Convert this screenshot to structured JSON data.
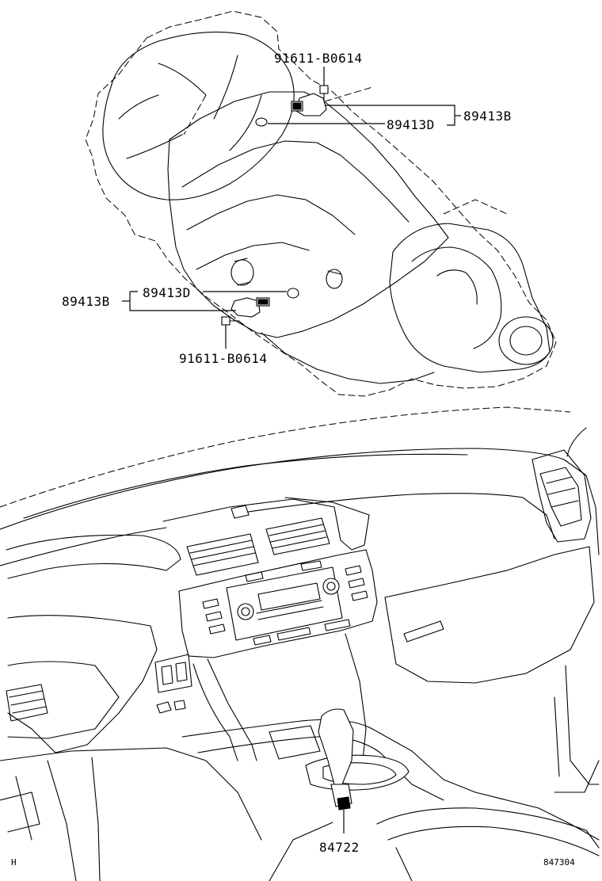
{
  "callouts": {
    "bolt_top": "91611-B0614",
    "sensor_assy_top": "89413B",
    "sensor_top": "89413D",
    "sensor_assy_left": "89413B",
    "sensor_left": "89413D",
    "bolt_bottom": "91611-B0614",
    "shift_part": "84722"
  },
  "footer": {
    "left_mark": "H",
    "diagram_code": "847304"
  }
}
